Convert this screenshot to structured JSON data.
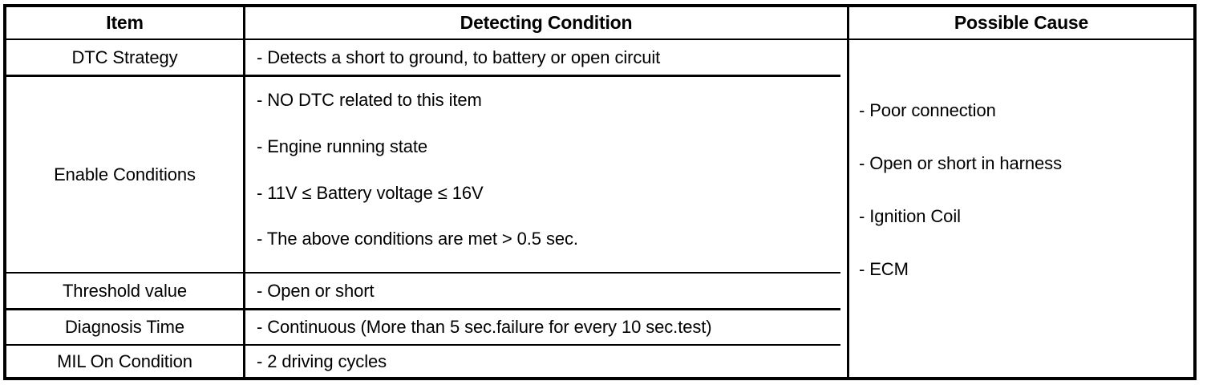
{
  "table": {
    "headers": [
      {
        "label": "Item"
      },
      {
        "label": "Detecting Condition"
      },
      {
        "label": "Possible Cause"
      }
    ],
    "rows": [
      {
        "item": "DTC Strategy",
        "detecting_lines": [
          "-  Detects a short to ground, to battery or open circuit"
        ]
      },
      {
        "item": "Enable Conditions",
        "detecting_lines": [
          "-  NO DTC related to this item",
          "-  Engine running state",
          "-  11V ≤ Battery voltage ≤ 16V",
          "-  The above conditions are met > 0.5 sec."
        ]
      },
      {
        "item": "Threshold value",
        "detecting_lines": [
          "-  Open or short"
        ]
      },
      {
        "item": "Diagnosis Time",
        "detecting_lines": [
          "-  Continuous (More than 5 sec.failure for every 10 sec.test)"
        ]
      },
      {
        "item": "MIL On Condition",
        "detecting_lines": [
          "-  2 driving cycles"
        ]
      }
    ],
    "possible_cause_lines": [
      "-  Poor connection",
      "-  Open or short in harness",
      "-  Ignition Coil",
      "-  ECM"
    ]
  },
  "style": {
    "border_color": "#000000",
    "background_color": "#ffffff",
    "text_color": "#000000"
  }
}
